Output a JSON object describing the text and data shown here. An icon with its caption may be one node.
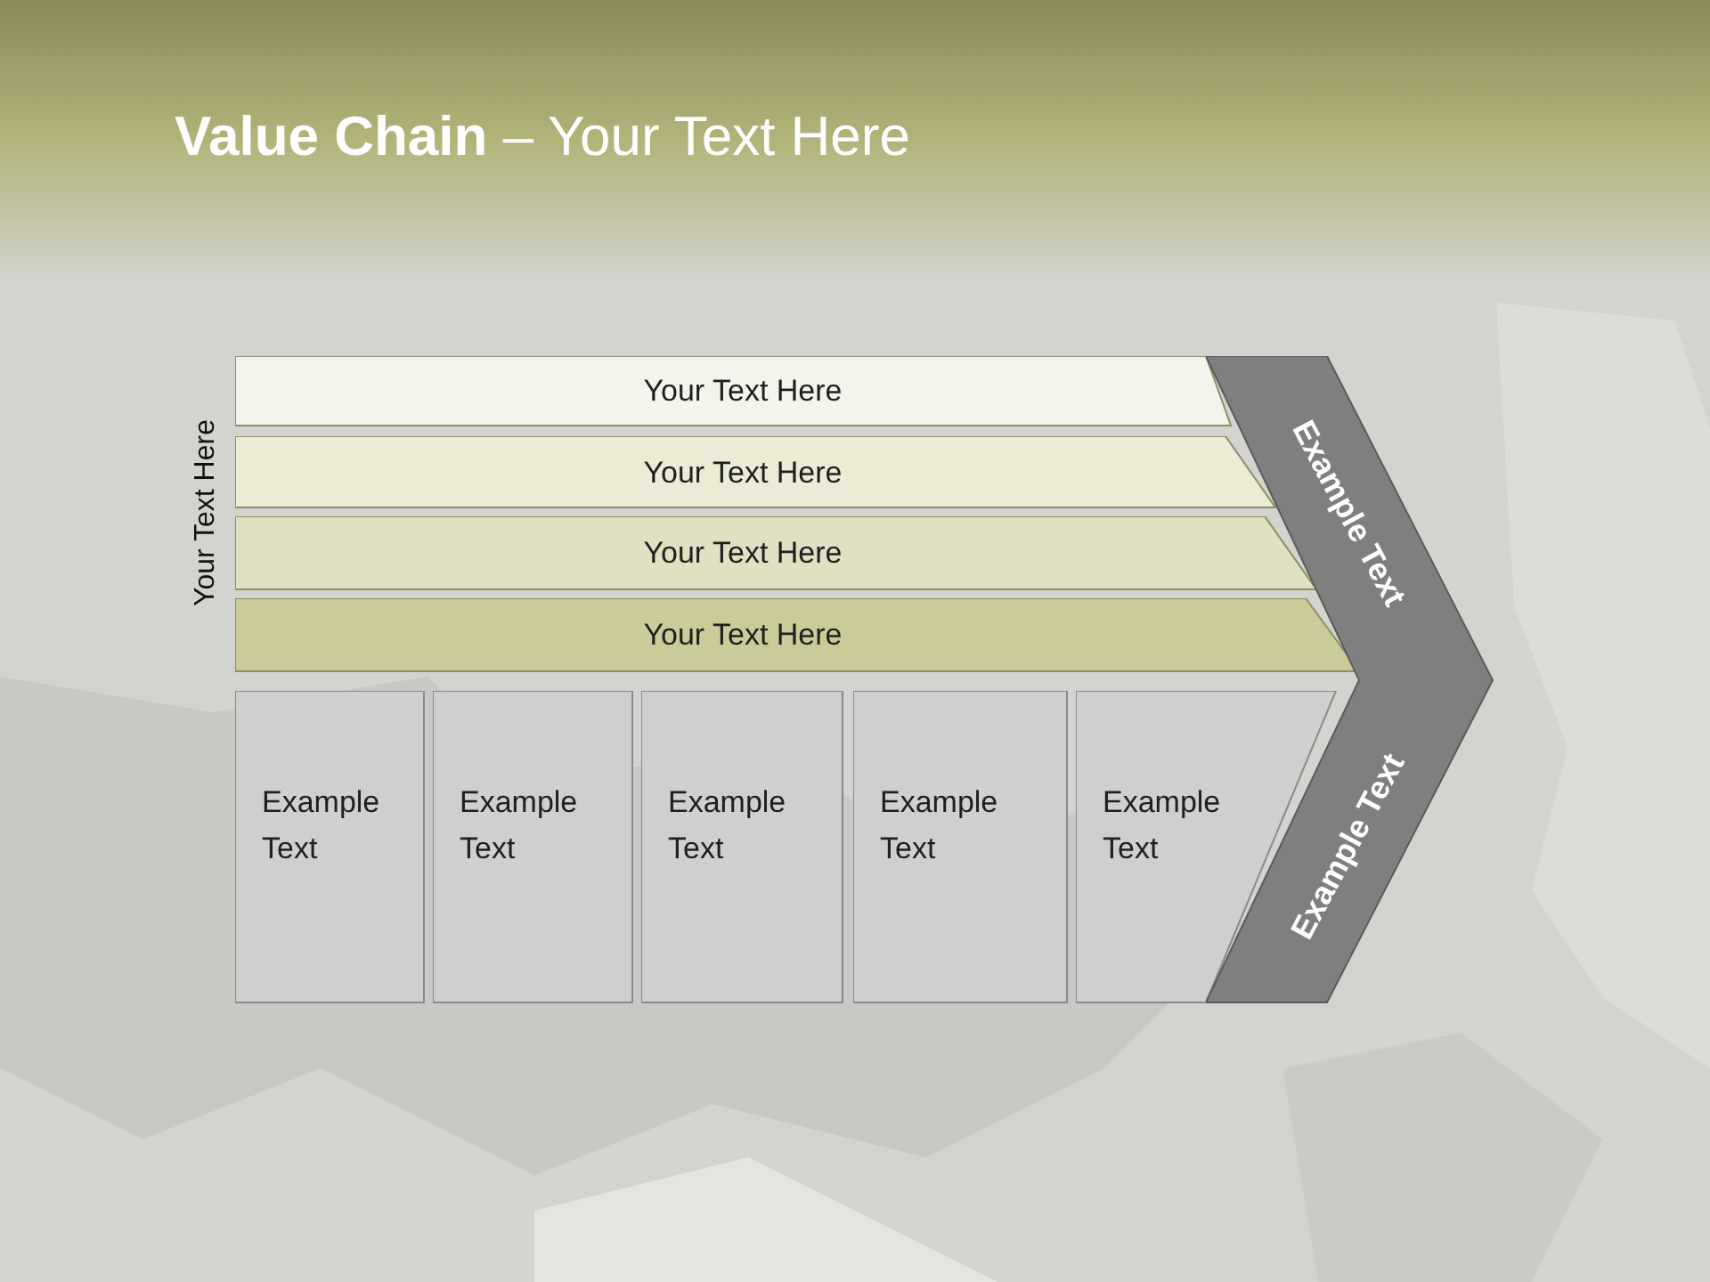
{
  "diagram": {
    "title": "**Value Chain** – Your Text Here",
    "nodes": [
      {
        "text": [
          "Your Text Here"
        ]
      },
      {
        "text": [
          "Your Text Here"
        ]
      },
      {
        "text": [
          "Your Text Here"
        ]
      },
      {
        "text": [
          "Your Text Here"
        ]
      },
      {
        "text": [
          "Example Text"
        ]
      },
      {
        "text": [
          "Example Text"
        ]
      },
      {
        "text": [
          "Example Text"
        ]
      },
      {
        "text": [
          "Example Text"
        ]
      },
      {
        "text": [
          "Example Text"
        ]
      },
      {
        "text": [
          "Example Text",
          "Example Text"
        ]
      }
    ],
    "labels": [
      "Your Text Here"
    ]
  }
}
